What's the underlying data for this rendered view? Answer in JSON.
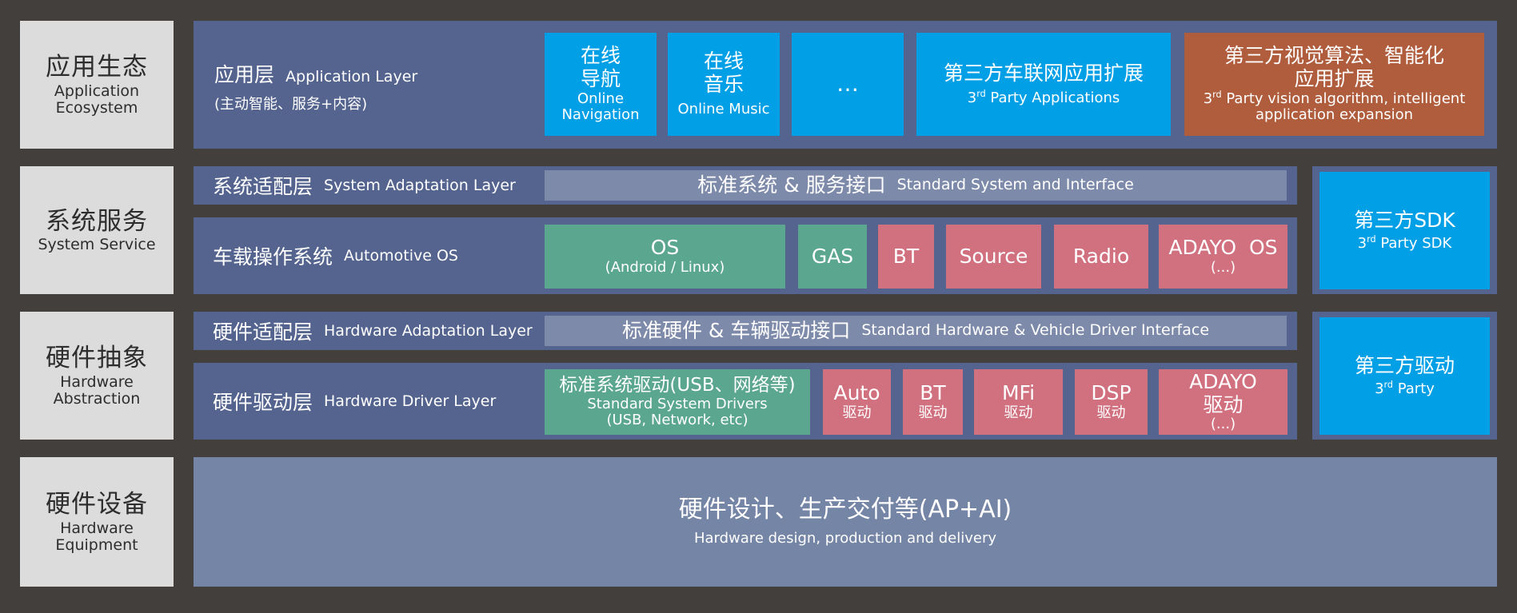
{
  "categories": [
    {
      "zh": "应用生态",
      "en1": "Application",
      "en2": "Ecosystem"
    },
    {
      "zh": "系统服务",
      "en1": "System Service",
      "en2": ""
    },
    {
      "zh": "硬件抽象",
      "en1": "Hardware",
      "en2": "Abstraction"
    },
    {
      "zh": "硬件设备",
      "en1": "Hardware",
      "en2": "Equipment"
    }
  ],
  "app_layer": {
    "zh": "应用层",
    "en": "Application Layer",
    "sub": "(主动智能、服务+内容)",
    "nav": {
      "zh1": "在线",
      "zh2": "导航",
      "en1": "Online",
      "en2": "Navigation"
    },
    "music": {
      "zh1": "在线",
      "zh2": "音乐",
      "en": "Online Music"
    },
    "more": "…",
    "third_apps": {
      "zh": "第三方车联网应用扩展",
      "sup": "rd",
      "pre": "3",
      "en": " Party Applications"
    },
    "third_vision": {
      "zh1": "第三方视觉算法、智能化",
      "zh2": "应用扩展",
      "pre": "3",
      "sup": "rd",
      "en1": " Party vision algorithm, intelligent",
      "en2": "application expansion"
    }
  },
  "system_adaptation": {
    "zh": "系统适配层",
    "en": "System Adaptation Layer",
    "bar_zh": "标准系统 & 服务接口",
    "bar_en": "Standard System and Interface"
  },
  "automotive_os": {
    "zh": "车载操作系统",
    "en": "Automotive OS",
    "os": {
      "title": "OS",
      "sub": "(Android / Linux)"
    },
    "gas": "GAS",
    "bt": "BT",
    "source": "Source",
    "radio": "Radio",
    "adayo": {
      "title": "ADAYO  OS",
      "sub": "(...)"
    }
  },
  "third_sdk": {
    "zh": "第三方SDK",
    "pre": "3",
    "sup": "rd",
    "en": " Party SDK"
  },
  "hardware_adaptation": {
    "zh": "硬件适配层",
    "en": "Hardware Adaptation Layer",
    "bar_zh": "标准硬件 & 车辆驱动接口",
    "bar_en": "Standard Hardware & Vehicle Driver Interface"
  },
  "hardware_driver": {
    "zh": "硬件驱动层",
    "en": "Hardware Driver Layer",
    "std": {
      "zh": "标准系统驱动(USB、网络等)",
      "en1": "Standard System Drivers",
      "en2": "(USB, Network, etc)"
    },
    "auto": {
      "t": "Auto",
      "d": "驱动"
    },
    "bt": {
      "t": "BT",
      "d": "驱动"
    },
    "mfi": {
      "t": "MFi",
      "d": "驱动"
    },
    "dsp": {
      "t": "DSP",
      "d": "驱动"
    },
    "adayo": {
      "t": "ADAYO",
      "d": "驱动",
      "s": "(...)"
    }
  },
  "third_driver": {
    "zh": "第三方驱动",
    "pre": "3",
    "sup": "rd",
    "en": " Party"
  },
  "hardware_equipment": {
    "zh": "硬件设计、生产交付等(AP+AI)",
    "en": "Hardware design, production and delivery"
  }
}
